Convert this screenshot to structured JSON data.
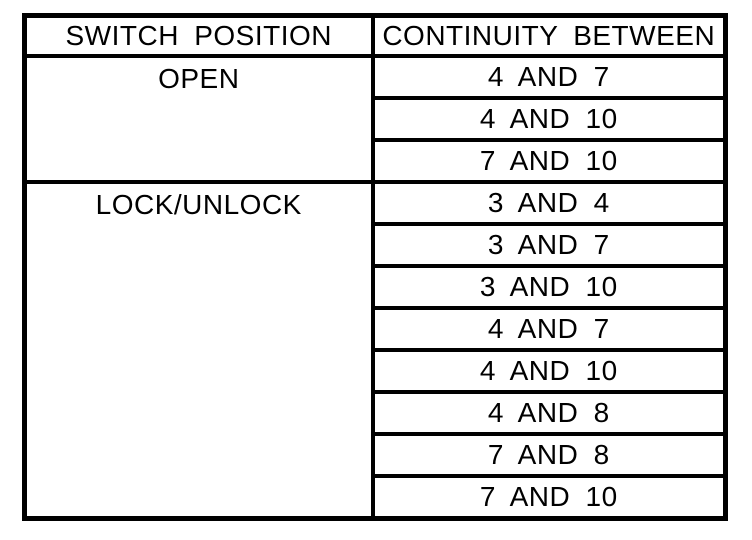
{
  "table": {
    "headers": [
      "SWITCH POSITION",
      "CONTINUITY BETWEEN"
    ],
    "sections": [
      {
        "position": "OPEN",
        "continuity": [
          "4 AND 7",
          "4 AND 10",
          "7 AND 10"
        ]
      },
      {
        "position": "LOCK/UNLOCK",
        "continuity": [
          "3 AND 4",
          "3 AND 7",
          "3 AND 10",
          "4 AND 7",
          "4 AND 10",
          "4 AND 8",
          "7 AND 8",
          "7 AND 10"
        ]
      }
    ]
  },
  "colors": {
    "border": "#000000",
    "text": "#000000",
    "background": "#ffffff"
  }
}
